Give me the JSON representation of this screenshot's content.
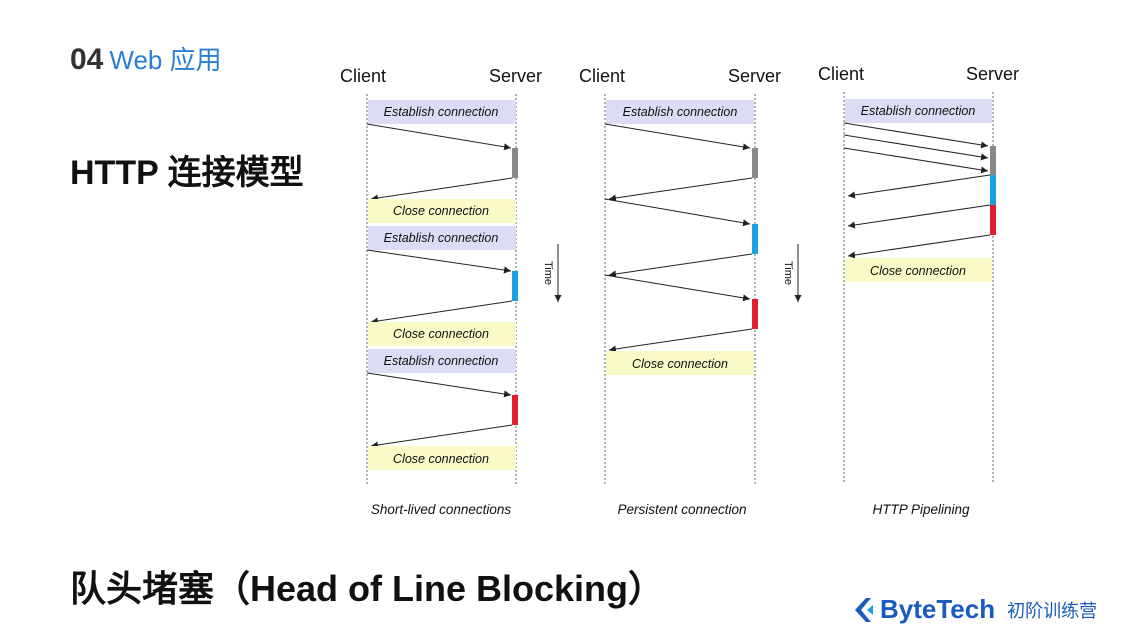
{
  "header": {
    "section_number": "04",
    "section_name": "Web 应用"
  },
  "title": "HTTP 连接模型",
  "bottom_title": "队头堵塞（Head of Line Blocking）",
  "labels": {
    "client": "Client",
    "server": "Server",
    "time": "Time"
  },
  "panels": [
    {
      "caption": "Short-lived connections",
      "boxes": [
        {
          "text": "Establish connection",
          "kind": "establish"
        },
        {
          "text": "Close connection",
          "kind": "close"
        },
        {
          "text": "Establish connection",
          "kind": "establish"
        },
        {
          "text": "Close connection",
          "kind": "close"
        },
        {
          "text": "Establish connection",
          "kind": "establish"
        },
        {
          "text": "Close connection",
          "kind": "close"
        }
      ]
    },
    {
      "caption": "Persistent connection",
      "boxes": [
        {
          "text": "Establish connection",
          "kind": "establish"
        },
        {
          "text": "Close connection",
          "kind": "close"
        }
      ]
    },
    {
      "caption": "HTTP Pipelining",
      "boxes": [
        {
          "text": "Establish connection",
          "kind": "establish"
        },
        {
          "text": "Close connection",
          "kind": "close"
        }
      ]
    }
  ],
  "colors": {
    "establish_box": "#dcdcf6",
    "close_box": "#fafac8",
    "processing_1": "#888888",
    "processing_2": "#1ba1e2",
    "processing_3": "#e02030",
    "section_accent": "#2a7fd4",
    "logo": "#1a5bbf"
  },
  "logo": {
    "brand": "ByteTech",
    "sub": "初阶训练营"
  }
}
